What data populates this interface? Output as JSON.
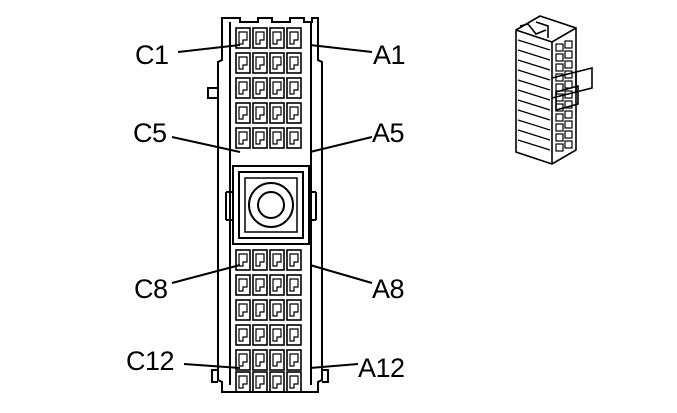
{
  "connector": {
    "labels": {
      "c1": "C1",
      "a1": "A1",
      "c5": "C5",
      "a5": "A5",
      "c8": "C8",
      "a8": "A8",
      "c12": "C12",
      "a12": "A12"
    }
  },
  "colors": {
    "line": "#000000",
    "background": "#ffffff"
  }
}
